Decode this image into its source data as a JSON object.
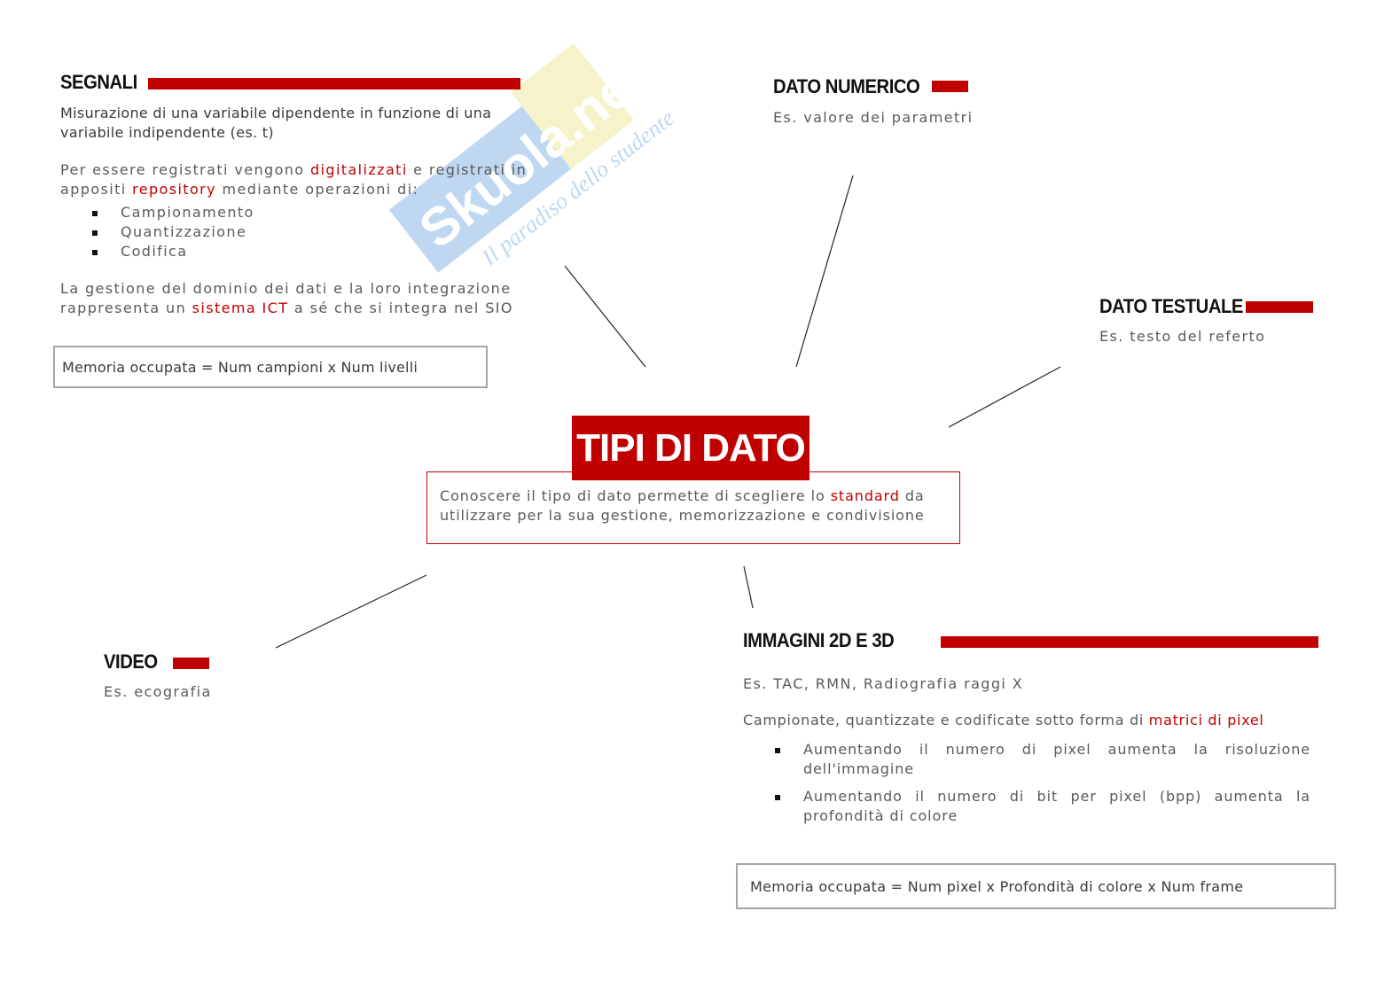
{
  "watermark": {
    "brand": "Skuola.net",
    "tagline": "Il paradiso dello studente"
  },
  "colors": {
    "accent": "#c00000",
    "box_border": "#a6a6a6",
    "connector": "#222222"
  },
  "center": {
    "title": "TIPI DI DATO",
    "description_parts": [
      "Conoscere il tipo di dato permette di scegliere lo ",
      "standard",
      " da utilizzare per la sua gestione, memorizzazione e condivisione"
    ]
  },
  "segnali": {
    "heading": "SEGNALI",
    "p1": "Misurazione di una variabile dipendente in funzione di una variabile indipendente (es. t)",
    "p2_parts": [
      "Per essere registrati vengono ",
      "digitalizzati",
      " e registrati in appositi ",
      "repository",
      " mediante operazioni di:"
    ],
    "bullets": [
      "Campionamento",
      "Quantizzazione",
      "Codifica"
    ],
    "p3_parts": [
      "La gestione del dominio dei dati e la loro integrazione rappresenta un ",
      "sistema ICT",
      " a sé che si integra nel SIO"
    ],
    "formula": "Memoria occupata = Num campioni x Num livelli"
  },
  "dato_numerico": {
    "heading": "DATO NUMERICO",
    "text": "Es. valore dei parametri"
  },
  "dato_testuale": {
    "heading": "DATO TESTUALE",
    "text": "Es. testo del referto"
  },
  "video": {
    "heading": "VIDEO",
    "text": "Es. ecografia"
  },
  "immagini": {
    "heading": "IMMAGINI 2D E 3D",
    "p1": "Es. TAC, RMN, Radiografia raggi X",
    "p2_parts": [
      "Campionate, quantizzate e codificate sotto forma di ",
      "matrici di pixel"
    ],
    "bullets": [
      "Aumentando il numero di pixel aumenta la risoluzione dell'immagine",
      "Aumentando il numero di bit per pixel (bpp) aumenta la profondità di colore"
    ],
    "formula": "Memoria occupata = Num pixel x Profondità di colore x Num frame"
  }
}
